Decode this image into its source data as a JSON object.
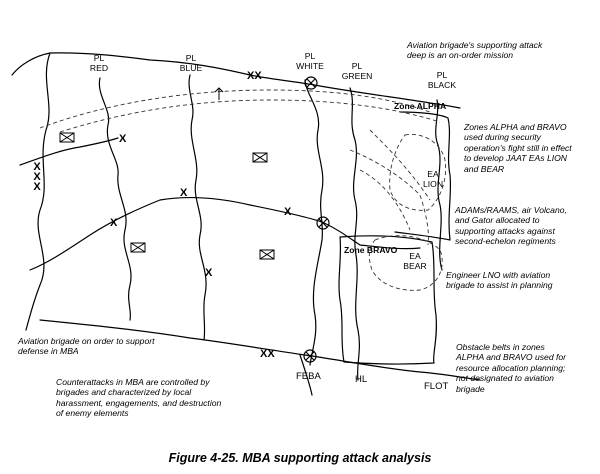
{
  "phase_lines": {
    "red": "PL\nRED",
    "blue": "PL\nBLUE",
    "white": "PL\nWHITE",
    "green": "PL\nGREEN",
    "black": "PL\nBLACK"
  },
  "zones": {
    "alpha": "Zone ALPHA",
    "bravo": "Zone BRAVO",
    "ea_lion": "EA\nLION",
    "ea_bear": "EA\nBEAR"
  },
  "boundaries": {
    "xx_top": "XX",
    "xx_bottom": "XX",
    "xxx_left": "X\nX\nX",
    "x_marks": [
      "X",
      "X",
      "X",
      "X"
    ]
  },
  "lines": {
    "feba": "FEBA",
    "hl": "HL",
    "flot": "FLOT"
  },
  "annotations": {
    "aviation_deep": "Aviation brigade's supporting attack\ndeep is an on-order mission",
    "zones_jaat": "Zones ALPHA and BRAVO\nused during security\noperation's fight still in effect\nto develop JAAT EAs LION\nand BEAR",
    "adams": "ADAMs/RAAMS, air Volcano,\nand Gator allocated to\nsupporting attacks against\nsecond-echelon regiments",
    "engineer_lno": "Engineer LNO with aviation\nbrigade to assist in planning",
    "aviation_mba": "Aviation brigade on order to support\ndefense in MBA",
    "obstacle_belts": "Obstacle belts in zones\nALPHA and BRAVO used for\nresource allocation planning;\nnot designated to aviation\nbrigade",
    "counterattacks": "Counterattacks in MBA are controlled by\nbrigades and characterized by local\nharassment, engagements, and destruction\nof enemy elements"
  },
  "caption": "Figure 4-25.  MBA supporting attack analysis",
  "colors": {
    "ink": "#000000",
    "background": "#ffffff",
    "dashed": "#333333"
  }
}
